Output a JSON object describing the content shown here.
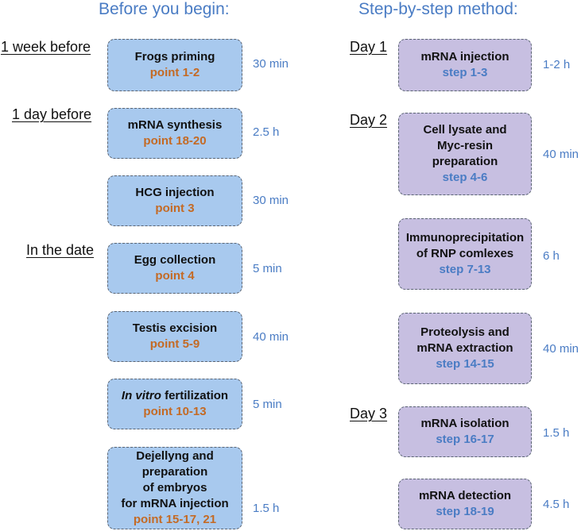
{
  "headings": {
    "before": "Before you begin:",
    "method": "Step-by-step method:"
  },
  "left": {
    "labels": [
      "1 week before",
      "1 day before",
      "In the date"
    ],
    "boxes": [
      {
        "title": "Frogs priming",
        "ref": "point 1-2",
        "duration": "30 min"
      },
      {
        "title": "mRNA synthesis",
        "ref": "point 18-20",
        "duration": "2.5 h"
      },
      {
        "title": "HCG injection",
        "ref": "point 3",
        "duration": "30 min"
      },
      {
        "title": "Egg collection",
        "ref": "point 4",
        "duration": "5 min"
      },
      {
        "title": "Testis excision",
        "ref": "point 5-9",
        "duration": "40 min"
      },
      {
        "title_italic": "In vitro",
        "title": " fertilization",
        "ref": "point 10-13",
        "duration": "5 min"
      },
      {
        "title_lines": [
          "Dejellyng and",
          "preparation",
          "of embryos",
          "for mRNA injection"
        ],
        "ref": "point 15-17, 21",
        "duration": "1.5 h"
      }
    ]
  },
  "right": {
    "labels": [
      "Day 1",
      "Day 2",
      "Day 3"
    ],
    "boxes": [
      {
        "title": "mRNA injection",
        "ref": "step 1-3",
        "duration": "1-2 h"
      },
      {
        "title_lines": [
          "Cell lysate and",
          "Myc-resin",
          "preparation"
        ],
        "ref": "step 4-6",
        "duration": "40 min"
      },
      {
        "title_lines": [
          "Immunoprecipitation",
          "of RNP comlexes"
        ],
        "ref": "step 7-13",
        "duration": "6 h"
      },
      {
        "title_lines": [
          "Proteolysis and",
          "mRNA extraction"
        ],
        "ref": "step 14-15",
        "duration": "40 min"
      },
      {
        "title": "mRNA isolation",
        "ref": "step 16-17",
        "duration": "1.5 h"
      },
      {
        "title": "mRNA detection",
        "ref": "step 18-19",
        "duration": "4.5 h"
      }
    ]
  },
  "colors": {
    "left_box": "#a8c9ee",
    "right_box": "#c7bfe1",
    "orange_ref": "#c46a24",
    "blue_text": "#4a7cc4"
  }
}
